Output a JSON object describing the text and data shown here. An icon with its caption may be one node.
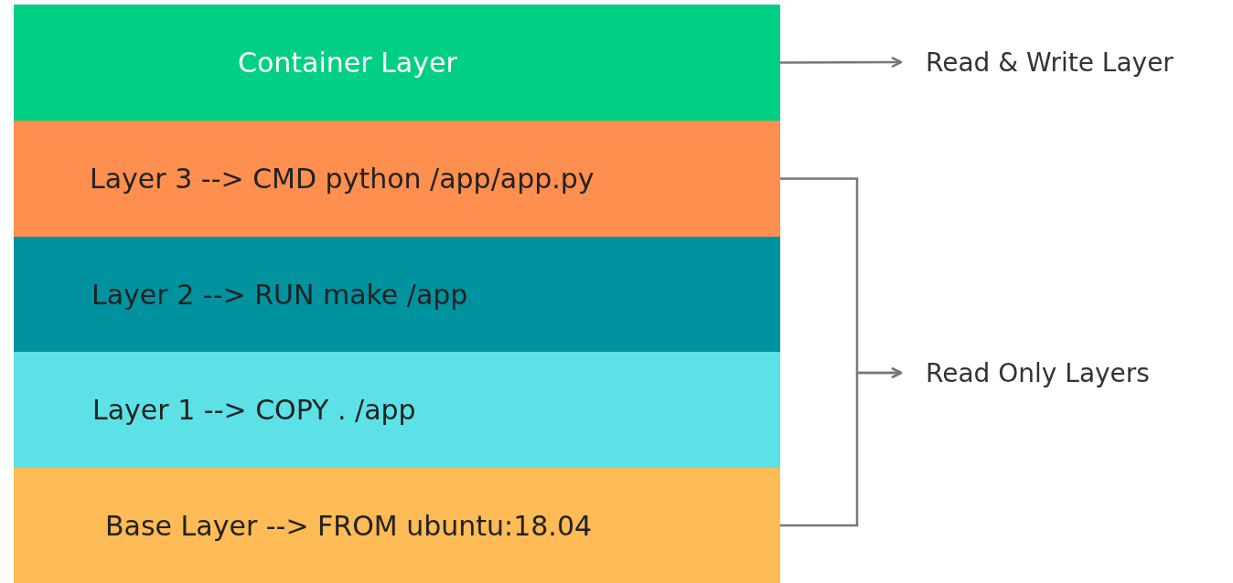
{
  "diagram": {
    "nodes": [
      {
        "text": [
          "Container Layer"
        ]
      },
      {
        "text": [
          "Layer 3 --> CMD python /app/app.py"
        ]
      },
      {
        "text": [
          "Layer 2 --> RUN make /app"
        ]
      },
      {
        "text": [
          "Layer 1 --> COPY . /app"
        ]
      },
      {
        "text": [
          "Base Layer --> FROM ubuntu:18.04"
        ]
      },
      {
        "text": [
          "Read & Write Layer"
        ]
      },
      {
        "text": [
          "Read Only Layers"
        ]
      }
    ],
    "edges": [
      {
        "from": 0,
        "to": 5,
        "arrow": "to"
      },
      {
        "from": 1,
        "to": 6,
        "arrow": "to"
      },
      {
        "from": 4,
        "to": 6,
        "arrow": "to"
      }
    ]
  }
}
